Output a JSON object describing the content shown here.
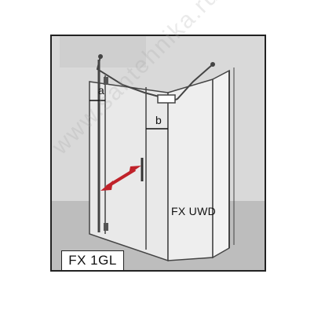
{
  "diagram": {
    "model_label": "FX 1GL",
    "side_wall_label": "FX UWD",
    "dimension_a": "a",
    "dimension_b": "b",
    "watermark": "www.santehnika.ru"
  },
  "colors": {
    "wall": "#d9d9d9",
    "frame": "#222222",
    "arrow": "#c0222a",
    "glass_edge": "#444444"
  }
}
